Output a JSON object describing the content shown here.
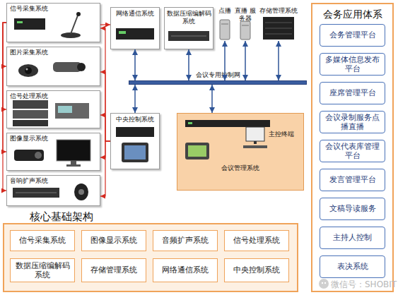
{
  "diagram": {
    "nodes": [
      {
        "text": [
          "信号采集系统"
        ]
      },
      {
        "text": [
          "图片采集系统"
        ]
      },
      {
        "text": [
          "信号处理系统"
        ]
      },
      {
        "text": [
          "图像显示系统"
        ]
      },
      {
        "text": [
          "音响扩声系统"
        ]
      },
      {
        "text": [
          "网络通信系统"
        ]
      },
      {
        "text": [
          "数据压缩编解码系统"
        ]
      },
      {
        "text": [
          "点播"
        ]
      },
      {
        "text": [
          "直播 服务器"
        ]
      },
      {
        "text": [
          "存储管理系统"
        ]
      },
      {
        "text": [
          "会议专用控制网"
        ]
      },
      {
        "text": [
          "中央控制系统"
        ]
      },
      {
        "text": [
          "会议管理系统"
        ]
      },
      {
        "text": [
          "会务应用体系"
        ]
      },
      {
        "text": [
          "会务管理平台"
        ],
        "in": 13
      },
      {
        "text": [
          "多媒体信息发布平台"
        ],
        "in": 13
      },
      {
        "text": [
          "座席管理平台"
        ],
        "in": 13
      },
      {
        "text": [
          "会议录制服务点播直播"
        ],
        "in": 13
      },
      {
        "text": [
          "会议代表库管理平台"
        ],
        "in": 13
      },
      {
        "text": [
          "发言管理平台"
        ],
        "in": 13
      },
      {
        "text": [
          "文稿导读服务"
        ],
        "in": 13
      },
      {
        "text": [
          "主持人控制"
        ],
        "in": 13
      },
      {
        "text": [
          "表决系统"
        ],
        "in": 13
      },
      {
        "text": [
          "核心基础架构"
        ]
      },
      {
        "text": [
          "信号采集系统"
        ],
        "in": 23
      },
      {
        "text": [
          "图像显示系统"
        ],
        "in": 23
      },
      {
        "text": [
          "音频扩声系统"
        ],
        "in": 23
      },
      {
        "text": [
          "信号处理系统"
        ],
        "in": 23
      },
      {
        "text": [
          "数据压缩编解码系统"
        ],
        "in": 23
      },
      {
        "text": [
          "存储管理系统"
        ],
        "in": 23
      },
      {
        "text": [
          "网络通信系统"
        ],
        "in": 23
      },
      {
        "text": [
          "中央控制系统"
        ],
        "in": 23
      }
    ],
    "edges": [
      {
        "from": 0,
        "to": 5,
        "arrow": "to"
      },
      {
        "from": 0,
        "to": 1,
        "arrow": "to"
      },
      {
        "from": 0,
        "to": 2,
        "arrow": "to"
      },
      {
        "from": 0,
        "to": 3,
        "arrow": "to"
      },
      {
        "from": 0,
        "to": 4,
        "arrow": "to"
      },
      {
        "from": 11,
        "to": 0,
        "arrow": "to"
      },
      {
        "from": 11,
        "to": 1,
        "arrow": "to"
      },
      {
        "from": 11,
        "to": 2,
        "arrow": "to"
      },
      {
        "from": 11,
        "to": 3,
        "arrow": "to"
      },
      {
        "from": 11,
        "to": 4,
        "arrow": "to"
      },
      {
        "from": 5,
        "to": 10,
        "arrow": "both"
      },
      {
        "from": 6,
        "to": 10,
        "arrow": "both"
      },
      {
        "from": 7,
        "to": 10,
        "arrow": "both"
      },
      {
        "from": 8,
        "to": 10,
        "arrow": "both"
      },
      {
        "from": 9,
        "to": 10,
        "arrow": "both"
      },
      {
        "from": 11,
        "to": 10,
        "arrow": "both"
      },
      {
        "from": 12,
        "to": 10,
        "arrow": "both"
      }
    ],
    "labels": [
      "主控终端",
      "微信号：SHOBIT"
    ]
  }
}
